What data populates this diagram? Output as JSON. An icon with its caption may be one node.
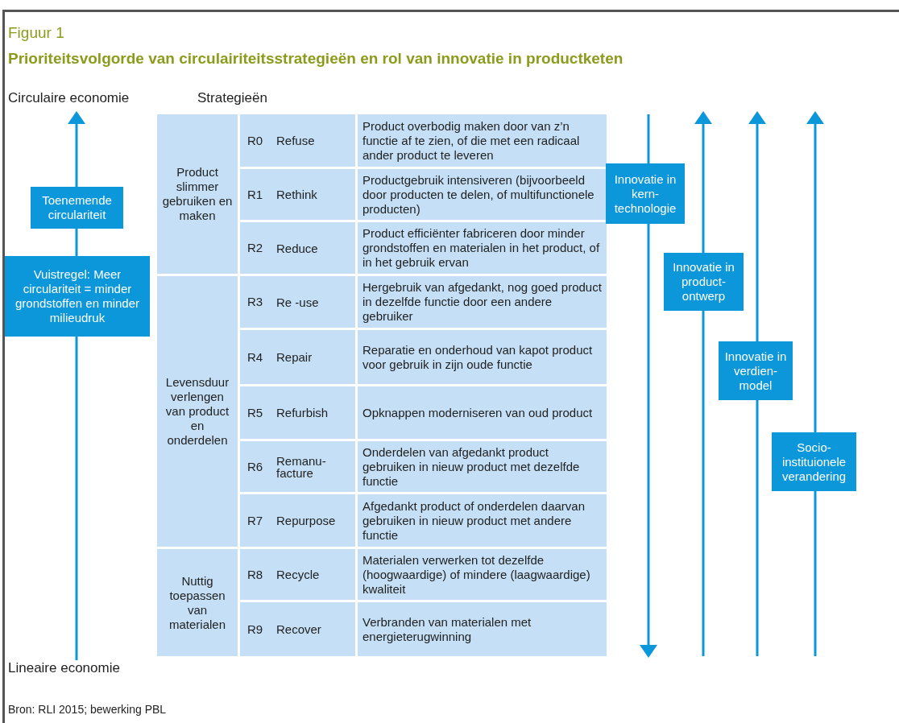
{
  "diagram": {
    "title": "Prioriteitsvolgorde van circulairiteitsstrategieën en rol van innovatie in productketen",
    "nodes": [
      {
        "text": [
          "Product slimmer gebruiken en maken"
        ]
      },
      {
        "text": [
          "R0",
          "Refuse"
        ]
      },
      {
        "text": [
          "Product overbodig maken door van z’n functie af te zien, of die met een radicaal ander product te leveren"
        ]
      },
      {
        "text": [
          "R1",
          "Rethink"
        ]
      },
      {
        "text": [
          "Productgebruik intensiveren (bijvoorbeeld door producten te delen, of multifunctionele producten)"
        ]
      },
      {
        "text": [
          "R2",
          "Reduce"
        ]
      },
      {
        "text": [
          "Product efficiënter fabriceren door minder grondstoffen en materialen in het product, of in het gebruik ervan"
        ]
      },
      {
        "text": [
          "Levensduur verlengen van product en onderdelen"
        ]
      },
      {
        "text": [
          "R3",
          "Re -use"
        ]
      },
      {
        "text": [
          "Hergebruik van afgedankt, nog goed product in dezelfde functie door een andere gebruiker"
        ]
      },
      {
        "text": [
          "R4",
          "Repair"
        ]
      },
      {
        "text": [
          "Reparatie en onderhoud van kapot product voor gebruik in zijn oude functie"
        ]
      },
      {
        "text": [
          "R5",
          "Refurbish"
        ]
      },
      {
        "text": [
          "Opknappen moderniseren van oud product"
        ]
      },
      {
        "text": [
          "R6",
          "Remanu- facture"
        ]
      },
      {
        "text": [
          "Onderdelen van afgedankt product gebruiken in nieuw product met dezelfde functie"
        ]
      },
      {
        "text": [
          "R7",
          "Repurpose"
        ]
      },
      {
        "text": [
          "Afgedankt product of onderdelen daarvan gebruiken in nieuw product met andere functie"
        ]
      },
      {
        "text": [
          "Nuttig toepassen van materialen"
        ]
      },
      {
        "text": [
          "R8",
          "Recycle"
        ]
      },
      {
        "text": [
          "Materialen verwerken tot dezelfde (hoogwaardige) of mindere (laagwaardige) kwaliteit"
        ]
      },
      {
        "text": [
          "R9",
          "Recover"
        ]
      },
      {
        "text": [
          "Verbranden van materialen met energieterugwinning"
        ]
      },
      {
        "text": [
          "Toenemende circulariteit"
        ]
      },
      {
        "text": [
          "Vuistregel: Meer circulariteit = minder grondstoffen en minder milieudruk"
        ]
      },
      {
        "text": [
          "Innovatie in kern- technologie"
        ]
      },
      {
        "text": [
          "Innovatie in product- ontwerp"
        ]
      },
      {
        "text": [
          "Innovatie in verdien- model"
        ]
      },
      {
        "text": [
          "Socio- instituionele verandering"
        ]
      }
    ],
    "labels": [
      "Figuur 1",
      "Circulaire economie",
      "Strategieën",
      "Lineaire economie",
      "Bron: RLI 2015; bewerking PBL"
    ]
  }
}
